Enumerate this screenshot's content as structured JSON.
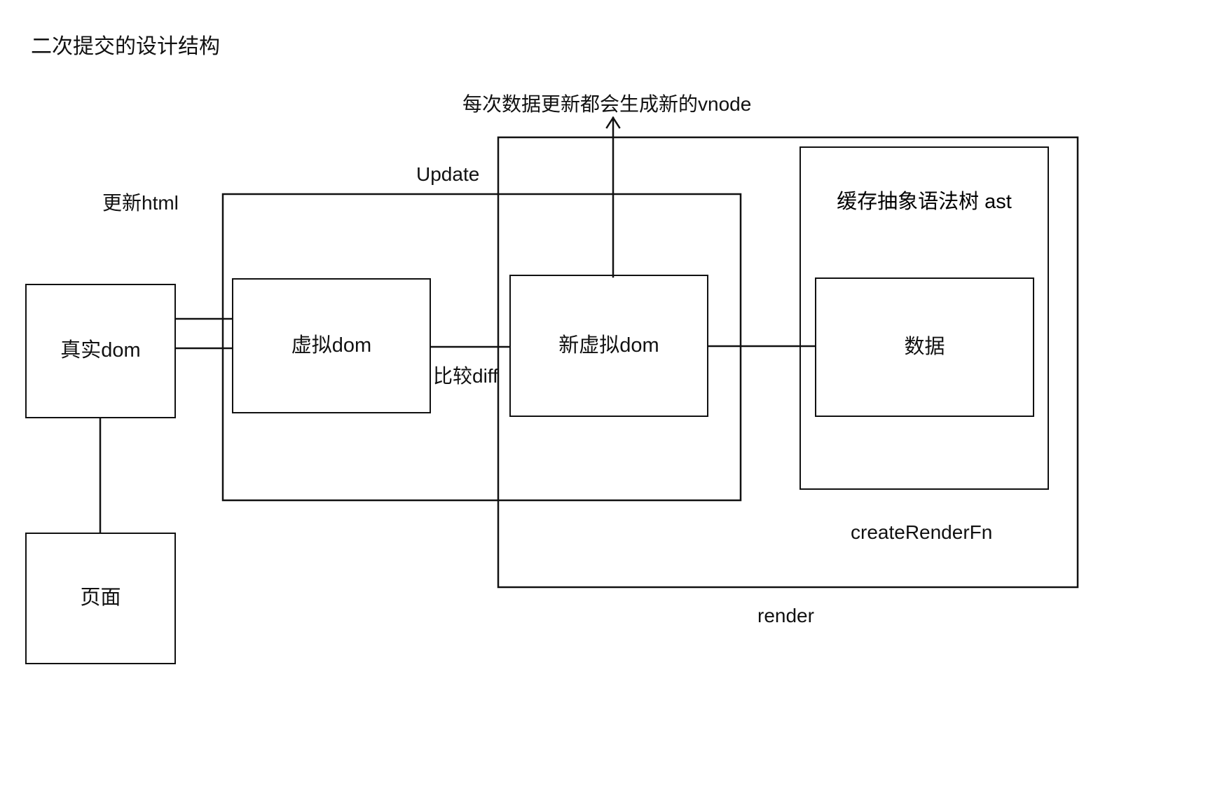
{
  "diagram": {
    "title": "二次提交的设计结构",
    "boxes": [
      {
        "id": "real-dom",
        "label": "真实dom"
      },
      {
        "id": "page",
        "label": "页面"
      },
      {
        "id": "virtual-dom",
        "label": "虚拟dom"
      },
      {
        "id": "new-virtual-dom",
        "label": "新虚拟dom"
      },
      {
        "id": "ast-cache",
        "label": "缓存抽象语法树\nast"
      },
      {
        "id": "data",
        "label": "数据"
      }
    ],
    "edge_labels": [
      {
        "id": "update-html",
        "text": "更新html"
      },
      {
        "id": "update",
        "text": "Update"
      },
      {
        "id": "diff",
        "text": "比较diff"
      },
      {
        "id": "new-vnode",
        "text": "每次数据更新都会生成新的vnode"
      },
      {
        "id": "create-render-fn",
        "text": "createRenderFn"
      },
      {
        "id": "render",
        "text": "render"
      }
    ],
    "colors": {
      "stroke": "#111111",
      "background": "#ffffff",
      "text": "#111111"
    }
  }
}
